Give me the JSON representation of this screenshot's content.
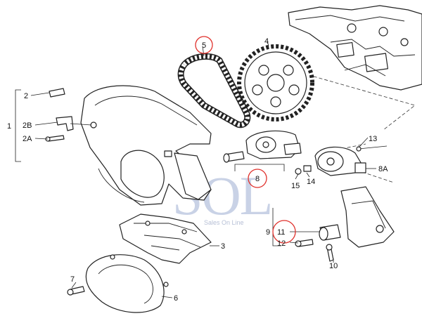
{
  "watermark": {
    "brand": "SOL",
    "tagline": "Sales On Line"
  },
  "labels": {
    "p1": "1",
    "p2": "2",
    "p2a": "2A",
    "p2b": "2B",
    "p3": "3",
    "p4": "4",
    "p5": "5",
    "p6": "6",
    "p7": "7",
    "p8": "8",
    "p8a": "8A",
    "p9": "9",
    "p10": "10",
    "p11": "11",
    "p12": "12",
    "p13": "13",
    "p14": "14",
    "p15": "15"
  },
  "highlight_color": "#e0312c"
}
